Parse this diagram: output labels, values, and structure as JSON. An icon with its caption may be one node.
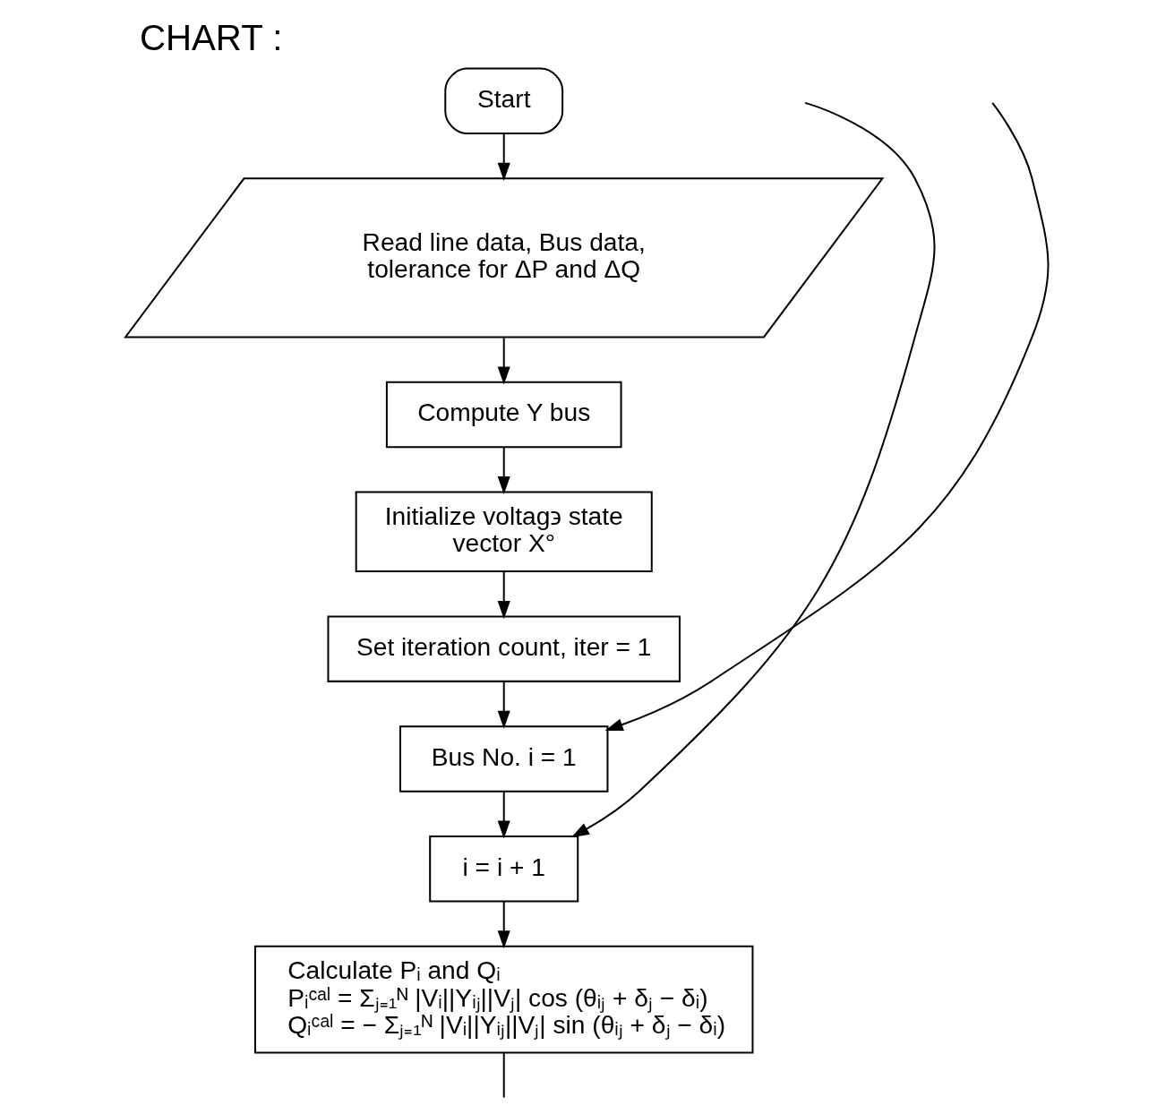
{
  "diagram": {
    "title": "CHART :",
    "nodes": [
      {
        "text": [
          "Start"
        ]
      },
      {
        "text": [
          "Read line data, Bus data, tolerance for ΔP and ΔQ"
        ]
      },
      {
        "text": [
          "Compute Y bus"
        ]
      },
      {
        "text": [
          "Initialize voltag϶ state vector X°"
        ]
      },
      {
        "text": [
          "Set iteration count, iter = 1"
        ]
      },
      {
        "text": [
          "Bus No. i = 1"
        ]
      },
      {
        "text": [
          "i = i + 1"
        ]
      },
      {
        "text": [
          "Calculate Pᵢ and Qᵢ",
          "Pᵢᶜᵃˡ = Σⱼ₌₁ᴺ |Vᵢ||Yᵢⱼ||Vⱼ| cos (θᵢⱼ + δⱼ − δᵢ)",
          "Qᵢᶜᵃˡ = − Σⱼ₌₁ᴺ |Vᵢ||Yᵢⱼ||Vⱼ| sin (θᵢⱼ + δⱼ − δᵢ)"
        ]
      }
    ],
    "edges": [
      {
        "from": 0,
        "to": 1,
        "arrow": "to"
      },
      {
        "from": 1,
        "to": 2,
        "arrow": "to"
      },
      {
        "from": 2,
        "to": 3,
        "arrow": "to"
      },
      {
        "from": 3,
        "to": 4,
        "arrow": "to"
      },
      {
        "from": 4,
        "to": 5,
        "arrow": "to"
      },
      {
        "from": null,
        "to": 5,
        "arrow": "to"
      },
      {
        "from": 5,
        "to": 6,
        "arrow": "to"
      },
      {
        "from": null,
        "to": 6,
        "arrow": "to"
      },
      {
        "from": 6,
        "to": 7,
        "arrow": "to"
      },
      {
        "from": 7,
        "to": null,
        "arrow": "none"
      }
    ]
  }
}
